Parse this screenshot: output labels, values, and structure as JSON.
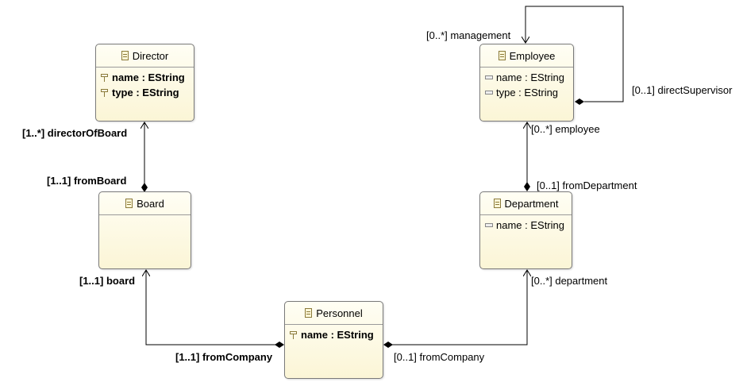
{
  "classes": {
    "director": {
      "name": "Director",
      "attributes": [
        {
          "text": "name : EString"
        },
        {
          "text": "type : EString"
        }
      ]
    },
    "employee": {
      "name": "Employee",
      "attributes": [
        {
          "text": "name : EString"
        },
        {
          "text": "type : EString"
        }
      ]
    },
    "board": {
      "name": "Board"
    },
    "department": {
      "name": "Department",
      "attributes": [
        {
          "text": "name : EString"
        }
      ]
    },
    "personnel": {
      "name": "Personnel",
      "attributes": [
        {
          "text": "name : EString"
        }
      ]
    }
  },
  "references": {
    "director_of_board": "[1..*] directorOfBoard",
    "from_board": "[1..1] fromBoard",
    "board": "[1..1] board",
    "from_company_board": "[1..1] fromCompany",
    "from_company_department": "[0..1] fromCompany",
    "department": "[0..*] department",
    "from_department": "[0..1] fromDepartment",
    "employee": "[0..*] employee",
    "management": "[0..*] management",
    "direct_supervisor": "[0..1] directSupervisor"
  },
  "icons": {
    "class": "eclass-icon",
    "key_attribute": "key-attribute-icon",
    "attribute": "attribute-icon"
  }
}
